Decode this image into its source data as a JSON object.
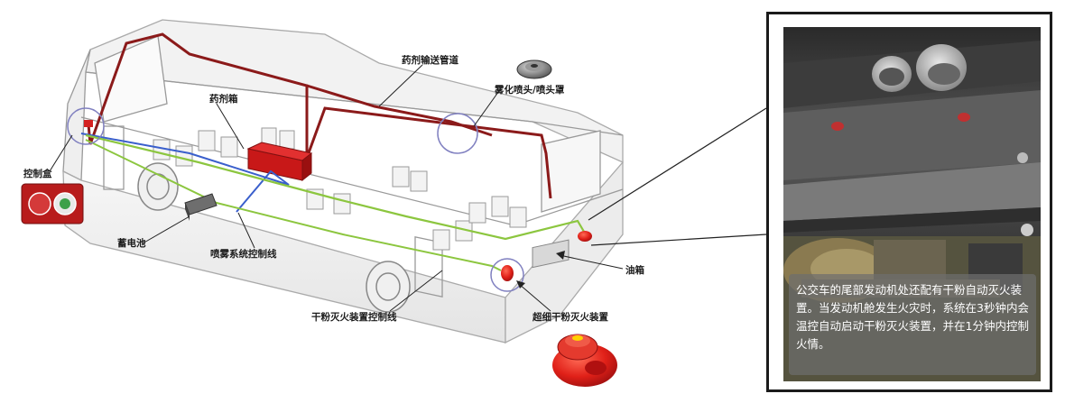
{
  "labels": {
    "pipe": "药剂输送管道",
    "nozzle": "雾化喷头/喷头罩",
    "tank": "药剂箱",
    "control_box": "控制盒",
    "battery": "蓄电池",
    "spray_line": "喷雾系统控制线",
    "fuel_tank": "油箱",
    "powder_line": "干粉灭火装置控制线",
    "powder_device": "超细干粉灭火装置"
  },
  "caption": "公交车的尾部发动机处还配有干粉自动灭火装置。当发动机舱发生火灾时，系统在3秒钟内会温控自动启动干粉灭火装置，并在1分钟内控制火情。",
  "colors": {
    "pipe": "#8b1a1a",
    "spray_line": "#3a5fcc",
    "powder_line": "#8cc63f",
    "device_red": "#d42020",
    "frame": "#1b1b1b"
  }
}
